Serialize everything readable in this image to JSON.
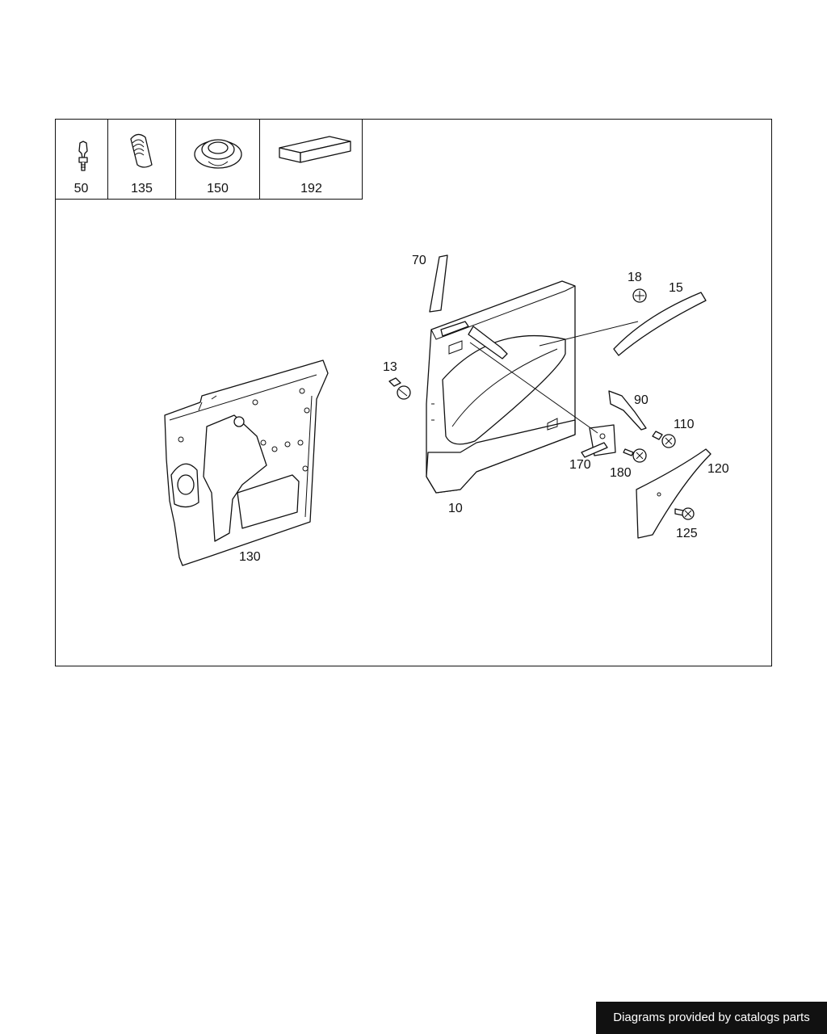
{
  "legend": [
    {
      "number": "50",
      "icon": "clip-icon"
    },
    {
      "number": "135",
      "icon": "tape-roll-icon"
    },
    {
      "number": "150",
      "icon": "grommet-icon"
    },
    {
      "number": "192",
      "icon": "foam-block-icon"
    }
  ],
  "callouts": {
    "c10": "10",
    "c13": "13",
    "c15": "15",
    "c18": "18",
    "c70": "70",
    "c90": "90",
    "c110": "110",
    "c120": "120",
    "c125": "125",
    "c130": "130",
    "c170": "170",
    "c180": "180"
  },
  "footer": {
    "credit": "Diagrams provided by catalogs parts"
  }
}
